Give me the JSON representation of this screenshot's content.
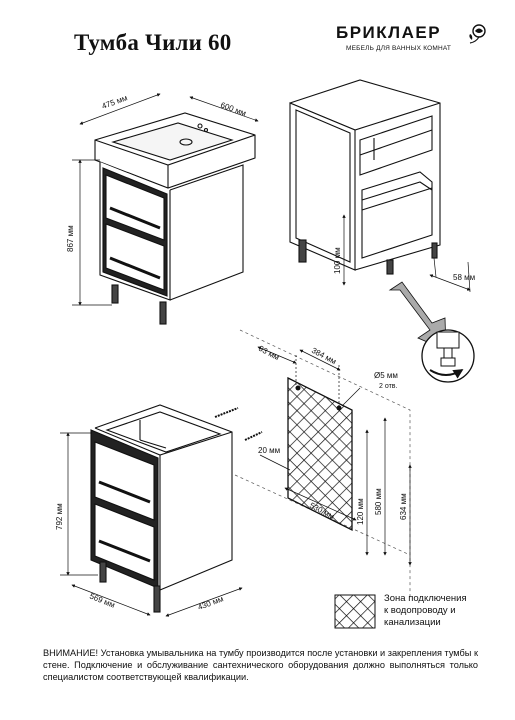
{
  "title": "Тумба Чили 60",
  "logo": {
    "name": "БРИКЛАЕР",
    "tagline": "МЕБЕЛЬ ДЛЯ ВАННЫХ КОМНАТ"
  },
  "dimensions": {
    "top_view": {
      "depth": "475 мм",
      "width": "600 мм",
      "height": "867 мм"
    },
    "side_open": {
      "leg": "100 мм",
      "offset": "58 мм"
    },
    "mounting": {
      "left": "93 мм",
      "spacing": "384 мм",
      "hole": "Ø5 мм",
      "hole_count": "2 отв.",
      "height_20": "20 мм",
      "height_120": "120 мм",
      "height_580": "580 мм",
      "height_634": "634 мм",
      "width_530": "530 мм"
    },
    "bottom_view": {
      "height": "792 мм",
      "depth": "569 мм",
      "width": "430 мм"
    }
  },
  "legend": {
    "line1": "Зона подключения",
    "line2": "к водопроводу и",
    "line3": "канализации"
  },
  "warning": "ВНИМАНИЕ! Установка умывальника на тумбу производится после установки и закрепления тумбы к стене. Подключение и обслуживание сантехнического оборудования должно выполняться только специалистом соответствующей квалификации."
}
